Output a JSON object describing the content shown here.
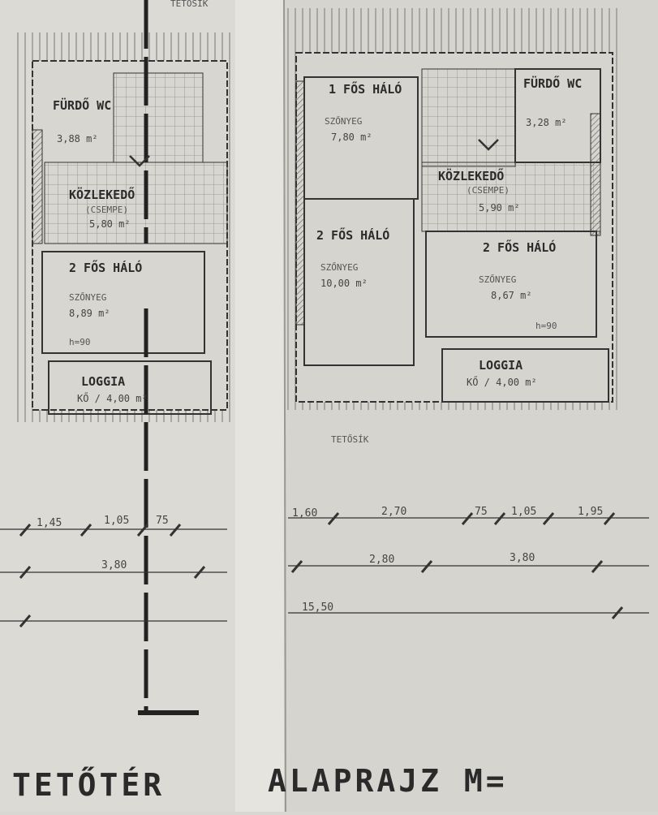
{
  "left_sheet": {
    "top_label": "TETŐSÍK",
    "rooms": [
      {
        "name": "FÜRDŐ WC",
        "floor": "",
        "area": "3,88 m²"
      },
      {
        "name": "KÖZLEKEDŐ",
        "floor": "(CSEMPE)",
        "area": "5,80 m²"
      },
      {
        "name": "2 FŐS HÁLÓ",
        "floor": "SZŐNYEG",
        "area": "8,89 m²"
      },
      {
        "name": "LOGGIA",
        "floor": "",
        "area": "KŐ / 4,00 m²"
      }
    ],
    "parapet": "h=90",
    "dims_row1": [
      "1,45",
      "1,05",
      "75"
    ],
    "dims_row2": [
      "3,80"
    ]
  },
  "right_sheet": {
    "roof_label": "TETŐSÍK",
    "rooms": [
      {
        "name": "1 FŐS HÁLÓ",
        "floor": "SZŐNYEG",
        "area": "7,80 m²"
      },
      {
        "name": "FÜRDŐ WC",
        "floor": "",
        "area": "3,28 m²"
      },
      {
        "name": "KÖZLEKEDŐ",
        "floor": "(CSEMPE)",
        "area": "5,90 m²"
      },
      {
        "name": "2 FŐS HÁLÓ",
        "floor": "SZŐNYEG",
        "area": "10,00 m²"
      },
      {
        "name": "2 FŐS HÁLÓ",
        "floor": "SZŐNYEG",
        "area": "8,67 m²"
      },
      {
        "name": "LOGGIA",
        "floor": "",
        "area": "KŐ / 4,00 m²"
      }
    ],
    "parapet": "h=90",
    "dims_row1": [
      "1,60",
      "2,70",
      "75",
      "1,05",
      "1,95"
    ],
    "dims_row2": [
      "2,80",
      "3,80"
    ],
    "dims_total": "15,50"
  },
  "title": {
    "left": "TETŐTÉR",
    "right": "ALAPRAJZ M="
  }
}
